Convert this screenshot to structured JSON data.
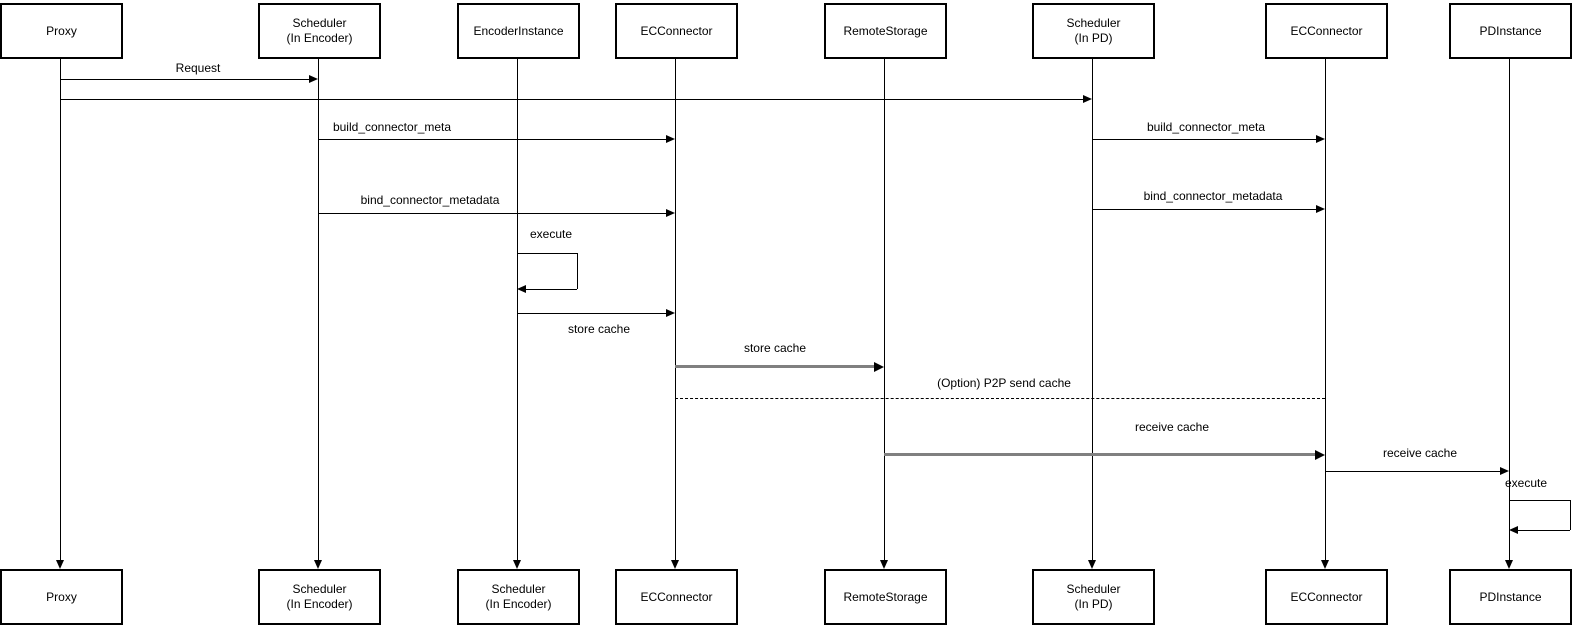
{
  "diagram": {
    "type": "uml-sequence",
    "colors": {
      "line": "#000000",
      "thick_line": "#808080",
      "box_fill": "#ffffff",
      "box_border": "#000000"
    },
    "participants": [
      {
        "id": "proxy",
        "top": "Proxy",
        "bottom": "Proxy"
      },
      {
        "id": "scheduler-encoder",
        "top": "Scheduler\n(In Encoder)",
        "bottom": "Scheduler\n(In Encoder)"
      },
      {
        "id": "encoder-instance",
        "top": "EncoderInstance",
        "bottom": "Scheduler\n(In Encoder)"
      },
      {
        "id": "ec-connector-enc",
        "top": "ECConnector",
        "bottom": "ECConnector"
      },
      {
        "id": "remote-storage",
        "top": "RemoteStorage",
        "bottom": "RemoteStorage"
      },
      {
        "id": "scheduler-pd",
        "top": "Scheduler\n(In PD)",
        "bottom": "Scheduler\n(In PD)"
      },
      {
        "id": "ec-connector-pd",
        "top": "ECConnector",
        "bottom": "ECConnector"
      },
      {
        "id": "pd-instance",
        "top": "PDInstance",
        "bottom": "PDInstance"
      }
    ],
    "messages": [
      {
        "label": "Request",
        "from": "Proxy",
        "to": "Scheduler (In Encoder)",
        "style": "solid"
      },
      {
        "label": "",
        "from": "Proxy",
        "to": "Scheduler (In PD)",
        "style": "solid"
      },
      {
        "label": "build_connector_meta",
        "from": "Scheduler (In Encoder)",
        "to": "ECConnector",
        "style": "solid"
      },
      {
        "label": "build_connector_meta",
        "from": "Scheduler (In PD)",
        "to": "ECConnector",
        "style": "solid"
      },
      {
        "label": "bind_connector_metadata",
        "from": "Scheduler (In Encoder)",
        "to": "ECConnector",
        "style": "solid"
      },
      {
        "label": "bind_connector_metadata",
        "from": "Scheduler (In PD)",
        "to": "ECConnector",
        "style": "solid"
      },
      {
        "label": "execute",
        "from": "EncoderInstance",
        "to": "EncoderInstance",
        "style": "self-loop"
      },
      {
        "label": "store cache",
        "from": "EncoderInstance",
        "to": "ECConnector",
        "style": "solid"
      },
      {
        "label": "store cache",
        "from": "ECConnector",
        "to": "RemoteStorage",
        "style": "thick-gray"
      },
      {
        "label": "(Option) P2P send cache",
        "from": "ECConnector",
        "to": "ECConnector",
        "style": "dashed-no-arrow"
      },
      {
        "label": "receive cache",
        "from": "RemoteStorage",
        "to": "ECConnector",
        "style": "thick-gray"
      },
      {
        "label": "receive cache",
        "from": "ECConnector",
        "to": "PDInstance",
        "style": "solid"
      },
      {
        "label": "execute",
        "from": "PDInstance",
        "to": "PDInstance",
        "style": "self-loop"
      }
    ]
  }
}
